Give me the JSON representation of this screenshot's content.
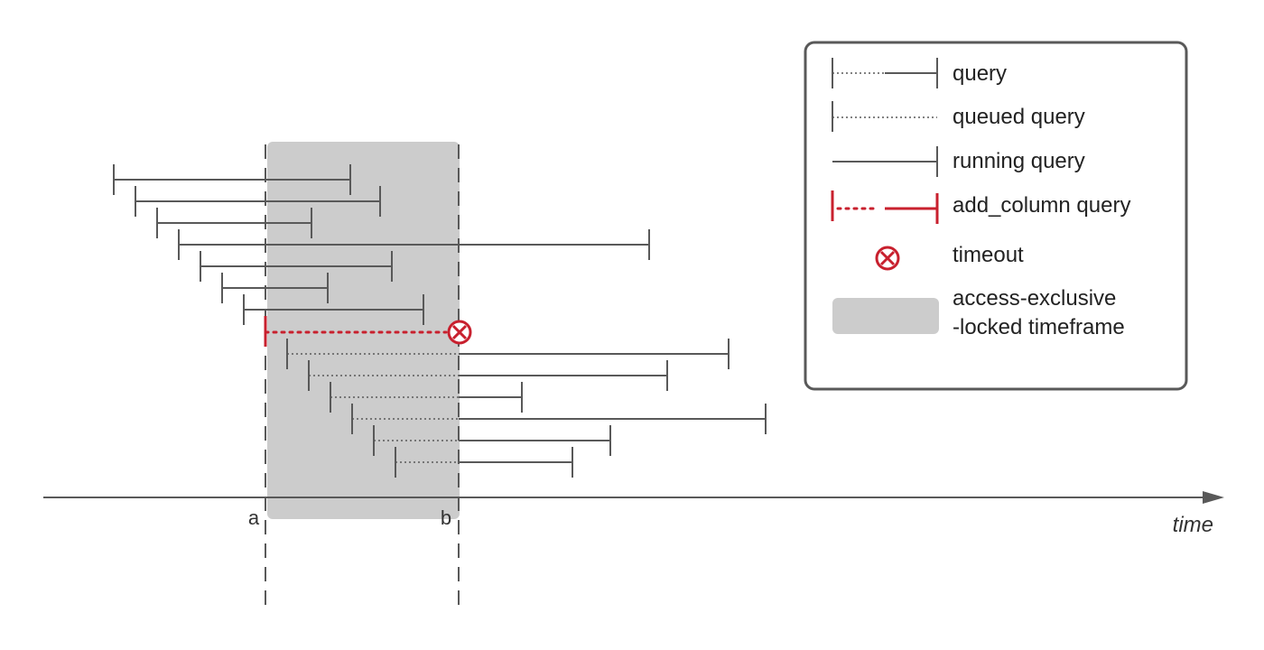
{
  "axis": {
    "label": "time",
    "marker_a": "a",
    "marker_b": "b"
  },
  "legend": {
    "query": "query",
    "queued": "queued query",
    "running": "running query",
    "add_column": "add_column query",
    "timeout": "timeout",
    "locked_line1": "access-exclusive",
    "locked_line2": "-locked timeframe"
  },
  "colors": {
    "line": "#595959",
    "accent": "#c8202e",
    "lock_fill": "#cccccc",
    "legend_border": "#595959"
  }
}
